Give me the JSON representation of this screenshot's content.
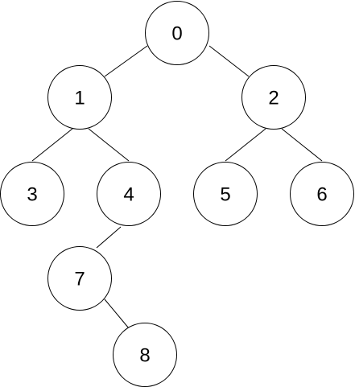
{
  "tree": {
    "nodes": [
      {
        "id": "n0",
        "label": "0"
      },
      {
        "id": "n1",
        "label": "1"
      },
      {
        "id": "n2",
        "label": "2"
      },
      {
        "id": "n3",
        "label": "3"
      },
      {
        "id": "n4",
        "label": "4"
      },
      {
        "id": "n5",
        "label": "5"
      },
      {
        "id": "n6",
        "label": "6"
      },
      {
        "id": "n7",
        "label": "7"
      },
      {
        "id": "n8",
        "label": "8"
      }
    ],
    "edges": [
      {
        "from": "n0",
        "to": "n1"
      },
      {
        "from": "n0",
        "to": "n2"
      },
      {
        "from": "n1",
        "to": "n3"
      },
      {
        "from": "n1",
        "to": "n4"
      },
      {
        "from": "n2",
        "to": "n5"
      },
      {
        "from": "n2",
        "to": "n6"
      },
      {
        "from": "n4",
        "to": "n7"
      },
      {
        "from": "n7",
        "to": "n8"
      }
    ]
  }
}
